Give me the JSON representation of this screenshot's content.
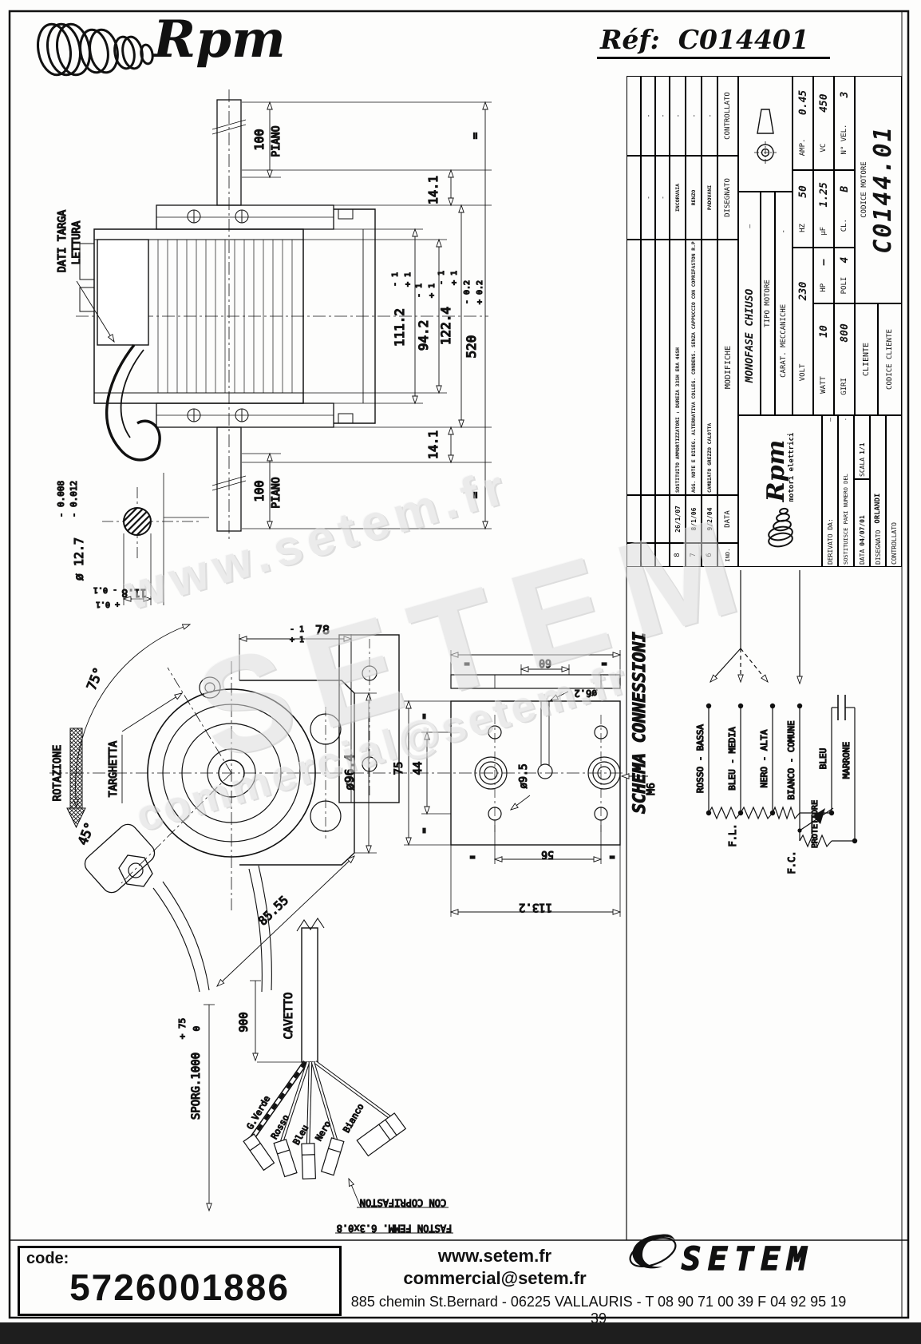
{
  "header": {
    "brand": "Rpm",
    "ref_label": "Réf:",
    "ref_value": "C014401"
  },
  "title_block": {
    "mods_headers": {
      "ind": "IND.",
      "data": "DATA",
      "mod": "MODIFICHE",
      "dis": "DISEGNATO",
      "con": "CONTROLLATO"
    },
    "mods": [
      {
        "ind": "8",
        "date": "26/1/07",
        "text": "SOSTITUITO AMMORTIZZATORI : DUREZA 33SH ERA 46SH",
        "by": "INCORVAIA",
        "chk": "-"
      },
      {
        "ind": "7",
        "date": "8/1/06",
        "text": "AGG. NOTE E DISEG. ALTERNATIVA COLLEG. CONDENS. SENZA CAPPUCCIO CON COPRIFASTON R.P.M.",
        "by": "RENZO",
        "chk": "-"
      },
      {
        "ind": "6",
        "date": "9/2/04",
        "text": "CAMBIATO GREZZO CALOTTA",
        "by": "PADOVANI",
        "chk": "-"
      }
    ],
    "brand": "Rpm",
    "brand_sub": "motori elettrici",
    "derivato_l": "DERIVATO DA:",
    "derivato_v": "–",
    "sostituisce_l": "SOSTITUISCE PARI NUMERO DEL",
    "sostituisce_v": "-",
    "data_l": "DATA",
    "data_v": "04/07/01",
    "scala_l": "SCALA",
    "scala_v": "1/1",
    "dis_l": "DISEGNATO",
    "dis_v": "ORLANDI",
    "con_l": "CONTROLLATO",
    "tipo_l": "TIPO MOTORE",
    "tipo_v": "MONOFASE CHIUSO",
    "tipo_dash": "—",
    "carat_l": "CARAT. MECCANICHE",
    "carat_v": "-",
    "volt_l": "VOLT",
    "volt_v": "230",
    "hz_l": "HZ",
    "hz_v": "50",
    "amp_l": "AMP.",
    "amp_v": "0.45",
    "watt_l": "WATT",
    "watt_v": "10",
    "hp_l": "HP",
    "hp_v": "–",
    "uf_l": "µF",
    "uf_v": "1.25",
    "vc_l": "VC",
    "vc_v": "450",
    "giri_l": "GIRI",
    "giri_v": "800",
    "poli_l": "POLI",
    "poli_v": "4",
    "cl_l": "CL.",
    "cl_v": "B",
    "nvel_l": "N° VEL.",
    "nvel_v": "3",
    "cliente_l": "CLIENTE",
    "cod_cli_l": "CODICE CLIENTE",
    "cod_mot_l": "CODICE MOTORE",
    "cod_mot_v": "C0144.01"
  },
  "dims": {
    "piano": "100",
    "piano_word": "PIANO",
    "eq": "=",
    "d141": "14.1",
    "d1112": "111.2",
    "d942": "94.2",
    "d1224": "122.4",
    "d520": "520",
    "tp1": "+ 1",
    "tm1": "- 1",
    "tp02": "+ 0.2",
    "tm02": "- 0.2",
    "dati_targa": "DATI TARGA",
    "lettura": "LETTURA",
    "dia127": "ø 12.7",
    "t008": "- 0.008",
    "t012": "- 0.012",
    "d118": "11.8",
    "tp01": "+ 0.1",
    "tm01": "- 0.1",
    "a75": "75°",
    "a45": "45°",
    "rotazione": "ROTAZIONE",
    "targhetta": "TARGHETTA",
    "d78": "78",
    "dia964": "ø96.4",
    "d8555": "85.55",
    "d60": "60",
    "dia62": "ø6.2",
    "d75": "75",
    "d44": "44",
    "dia95": "ø9.5",
    "m6": "M6",
    "d56": "56",
    "d1132": "113.2"
  },
  "schema": {
    "title": "SCHEMA CONNESSIONI",
    "w1": "ROSSO - BASSA",
    "w2": "BLEU - MEDIA",
    "w3": "NERO - ALTA",
    "w4": "BIANCO - COMUNE",
    "w5": "BLEU",
    "w6": "MARRONE",
    "fl": "F.L.",
    "fc": "F.C.",
    "prot": "PROTETTORE"
  },
  "cable": {
    "sporg": "SPORG.1000",
    "sporg_p": "+ 75",
    "sporg_m": "0",
    "d900": "900",
    "cavetto": "CAVETTO",
    "w1": "G.Verde",
    "w2": "Rosso",
    "w3": "Bleu",
    "w4": "Nero",
    "w5": "Bianco",
    "faston": "FASTON FEMM. 6.3x0.8",
    "coprifaston": "CON COPRIFASTON"
  },
  "watermark": {
    "l1": "www.setem.fr",
    "l2": "SETEM",
    "l3": "commercial@setem.fr"
  },
  "footer": {
    "code_label": "code:",
    "code_value": "5726001886",
    "web": "www.setem.fr",
    "email": "commercial@setem.fr",
    "address": "885 chemin St.Bernard  -  06225 VALLAURIS  -  T 08 90 71 00 39   F 04 92 95 19 39",
    "brand": "SETEM"
  },
  "colors": {
    "ink": "#111111",
    "watermark": "#dedede"
  }
}
